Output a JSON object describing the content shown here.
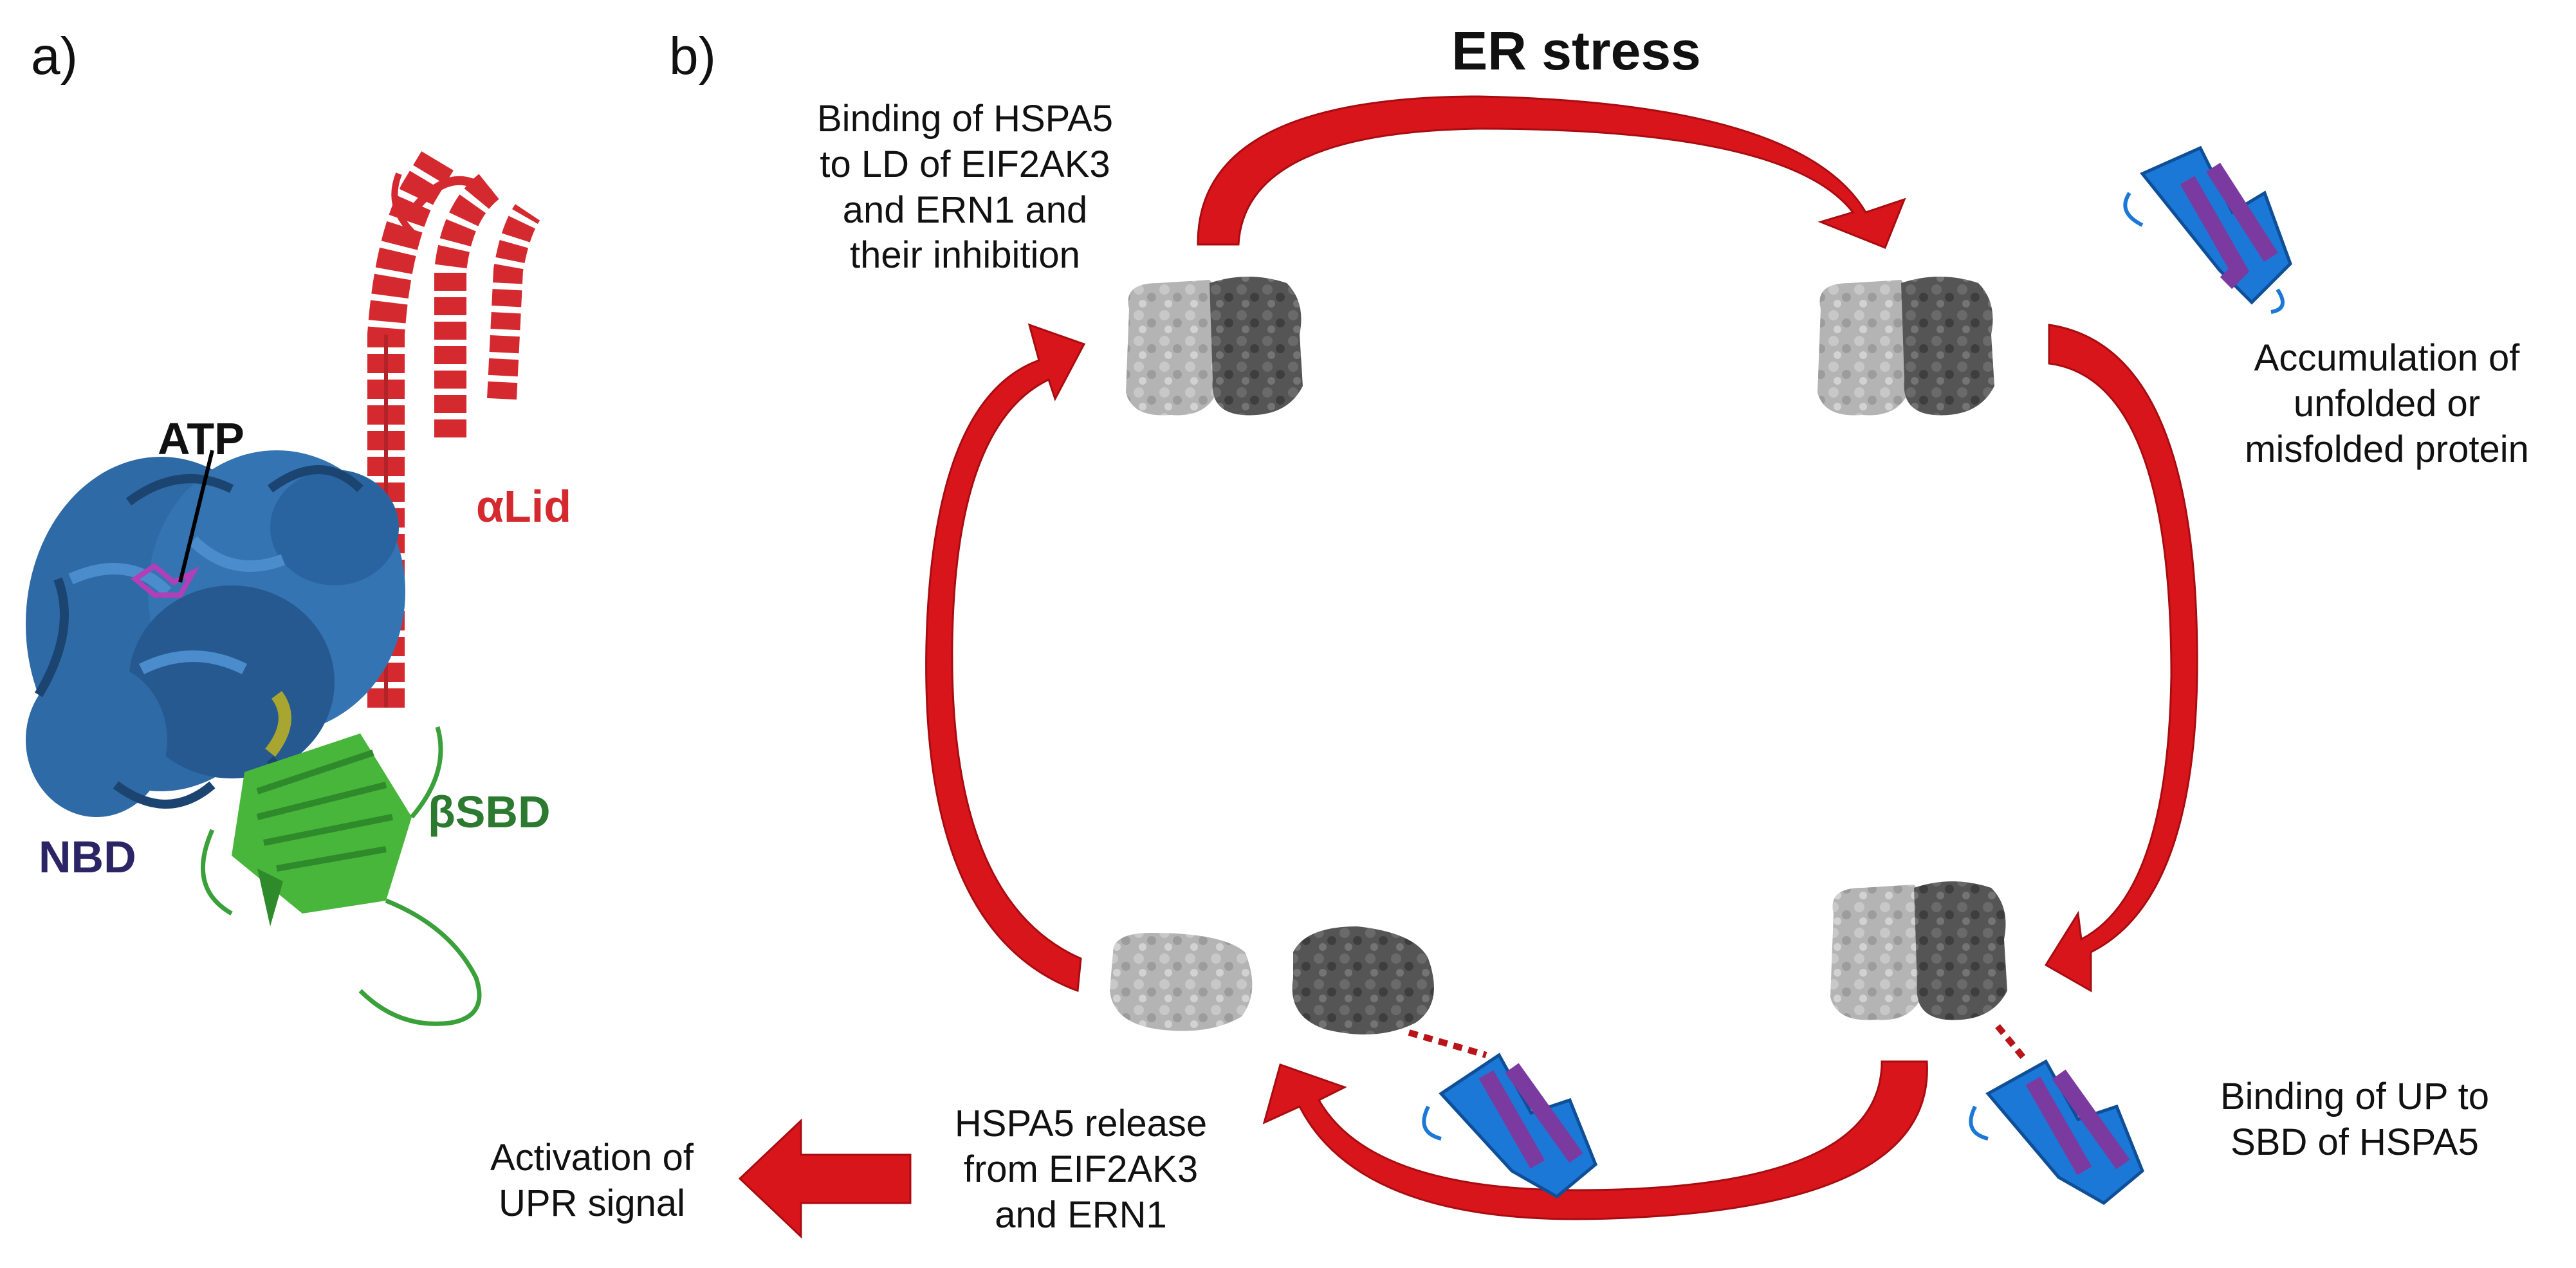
{
  "panel_a": {
    "label": "a)",
    "structure_labels": {
      "atp": "ATP",
      "alpha_lid": "αLid",
      "beta_sbd": "βSBD",
      "nbd": "NBD"
    },
    "colors": {
      "nbd": "#2e6aa6",
      "alpha_lid": "#d42a2f",
      "beta_sbd": "#48b63b",
      "linker": "#a8a630",
      "nbd_label": "#2b2566",
      "beta_sbd_label": "#2c7a2f"
    }
  },
  "panel_b": {
    "label": "b)",
    "title": "ER stress",
    "steps": {
      "top_left": "Binding of HSPA5\nto LD of EIF2AK3\nand ERN1 and\ntheir inhibition",
      "top_right": "Accumulation of\nunfolded or\nmisfolded protein",
      "bottom_right": "Binding of UP to\nSBD of HSPA5",
      "bottom_center": "HSPA5 release\nfrom EIF2AK3\nand ERN1",
      "left_output": "Activation of\nUPR signal"
    },
    "colors": {
      "arrow": "#d8151b",
      "arrow_dark": "#a80c10",
      "receptor_light": "#b4b4b4",
      "receptor_dark": "#555555",
      "protein_helix": "#1c78d6",
      "protein_strand": "#7b3aa0"
    }
  }
}
